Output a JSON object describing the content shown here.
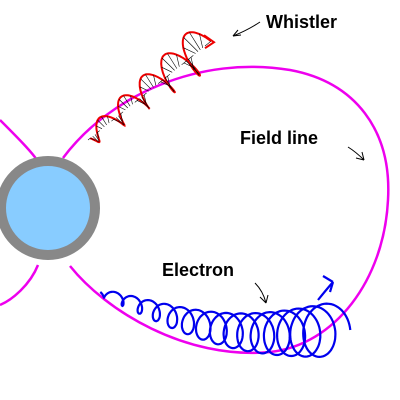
{
  "labels": {
    "whistler": "Whistler",
    "field_line": "Field line",
    "electron": "Electron"
  },
  "colors": {
    "background": "#ffffff",
    "earth_fill": "#88ccff",
    "earth_ring": "#888888",
    "field_line": "#ee00ee",
    "whistler": "#ee0000",
    "electron": "#0000ee",
    "annotation": "#000000"
  },
  "icons": [
    "earth-disc",
    "field-line-loop",
    "whistler-helix",
    "electron-helix",
    "pointer-arrow"
  ]
}
